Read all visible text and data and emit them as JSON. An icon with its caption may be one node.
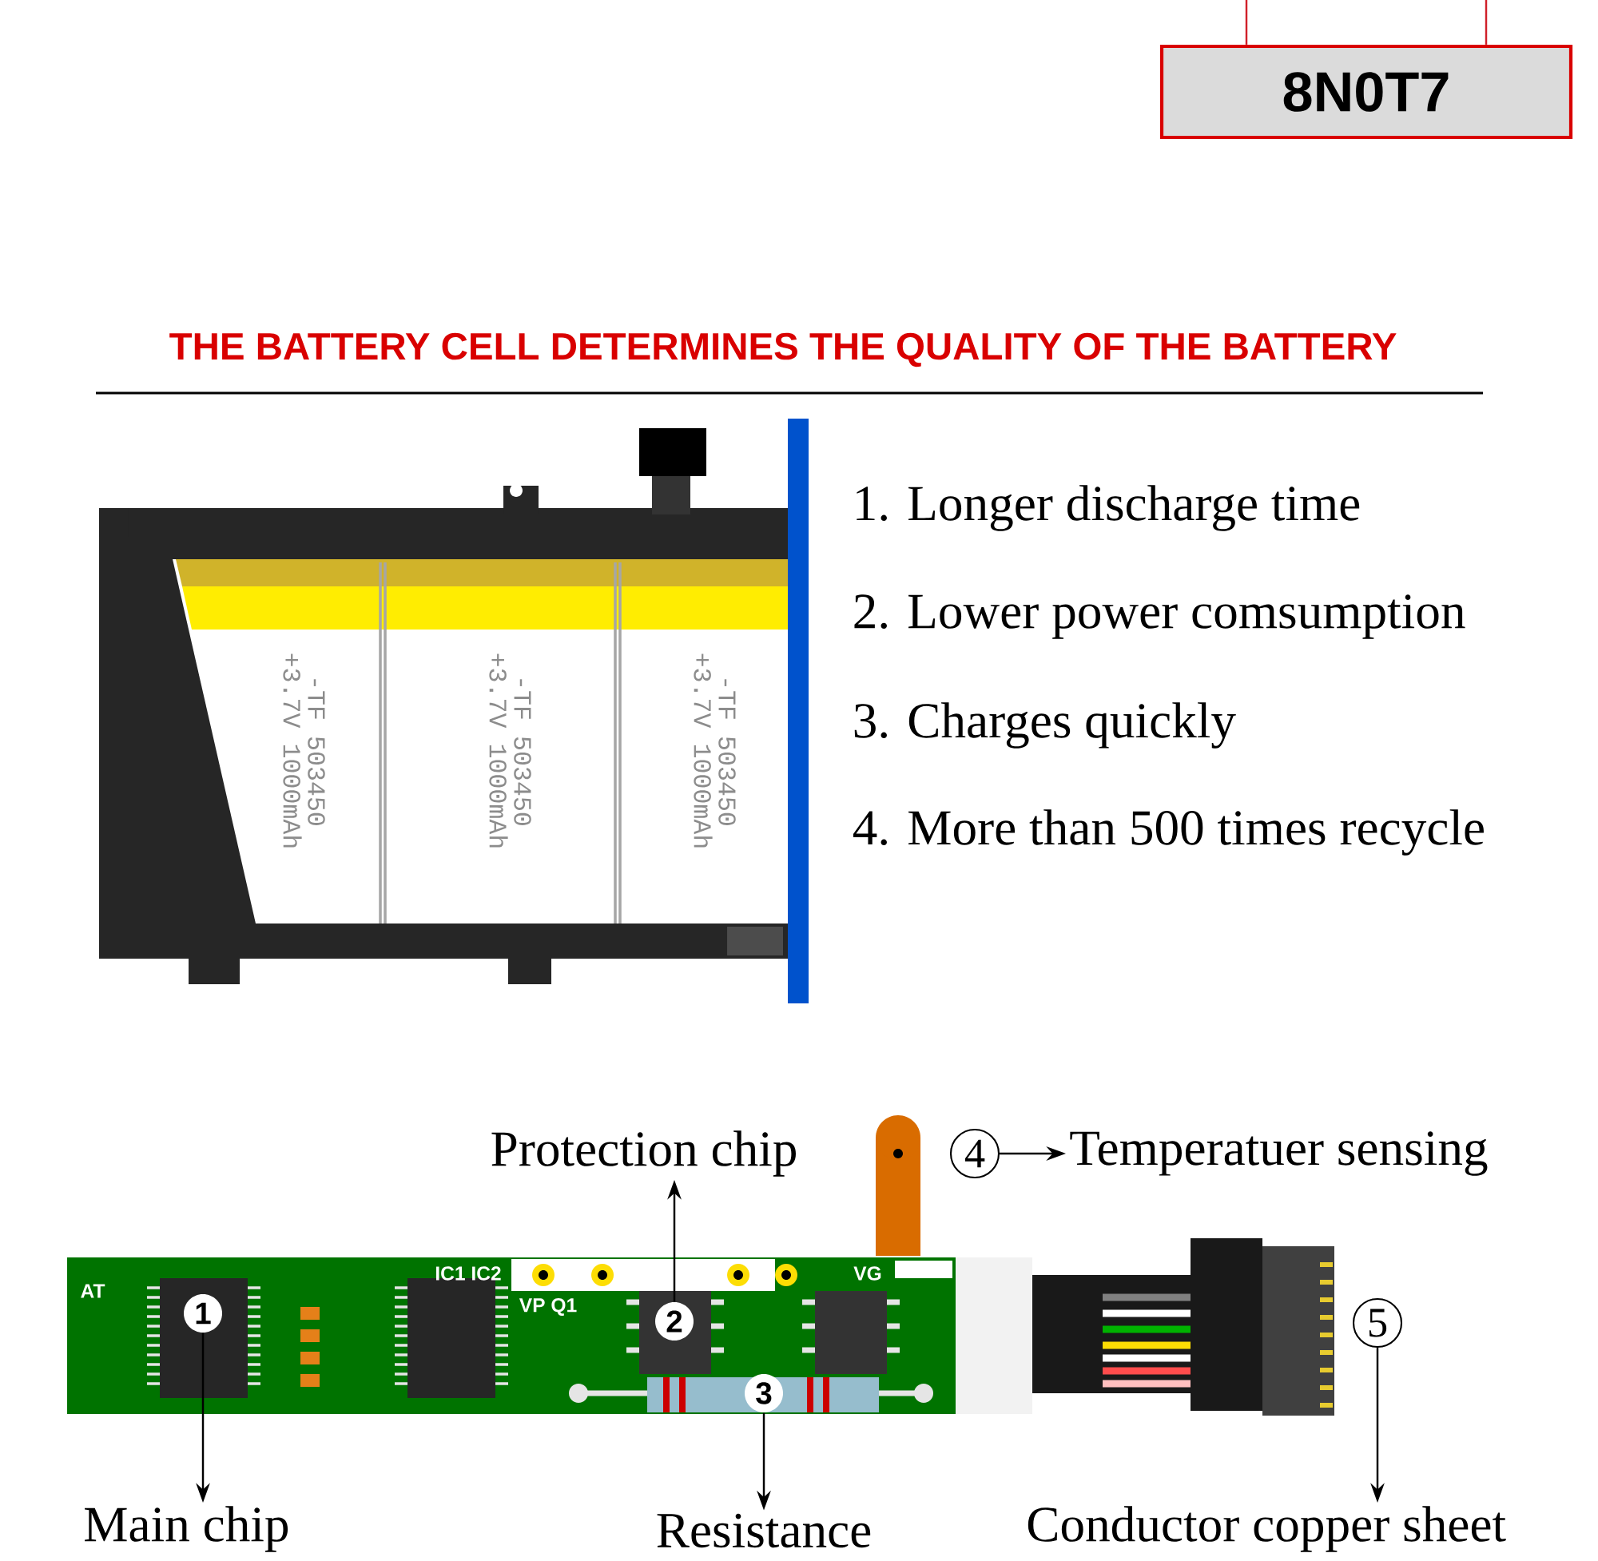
{
  "diagram": {
    "title": "THE BATTERY CELL DETERMINES THE QUALITY OF THE BATTERY",
    "nodes": [
      {
        "text": [
          "8N0T7"
        ]
      },
      {
        "text": [
          "Protection chip"
        ]
      },
      {
        "text": [
          "4"
        ]
      },
      {
        "text": [
          "Temperatuer sensing"
        ]
      },
      {
        "text": [
          "1"
        ]
      },
      {
        "text": [
          "2"
        ]
      },
      {
        "text": [
          "3"
        ]
      },
      {
        "text": [
          "5"
        ]
      },
      {
        "text": [
          "Main chip"
        ]
      },
      {
        "text": [
          "Resistance"
        ]
      },
      {
        "text": [
          "Conductor copper sheet"
        ]
      }
    ],
    "edges": [
      {
        "from": null,
        "to": 0,
        "arrow": "none",
        "color": "#d0202a"
      },
      {
        "from": null,
        "to": 0,
        "arrow": "none",
        "color": "#d0202a"
      },
      {
        "from": 2,
        "to": 3,
        "arrow": "to"
      },
      {
        "from": 5,
        "to": 1,
        "arrow": "to"
      },
      {
        "from": 4,
        "to": 8,
        "arrow": "to"
      },
      {
        "from": 6,
        "to": 9,
        "arrow": "to"
      },
      {
        "from": 7,
        "to": 10,
        "arrow": "to"
      }
    ],
    "labels": [
      "1. Longer discharge time",
      "2. Lower power comsumption",
      "3. Charges quickly",
      "4. More than 500 times recycle",
      "-TF 503450",
      "+3.7V 1000mAh",
      "-TF 503450",
      "+3.7V 1000mAh",
      "-TF 503450",
      "+3.7V 1000mAh",
      "AT",
      "IC1 IC2",
      "VP Q1",
      "VG"
    ]
  }
}
